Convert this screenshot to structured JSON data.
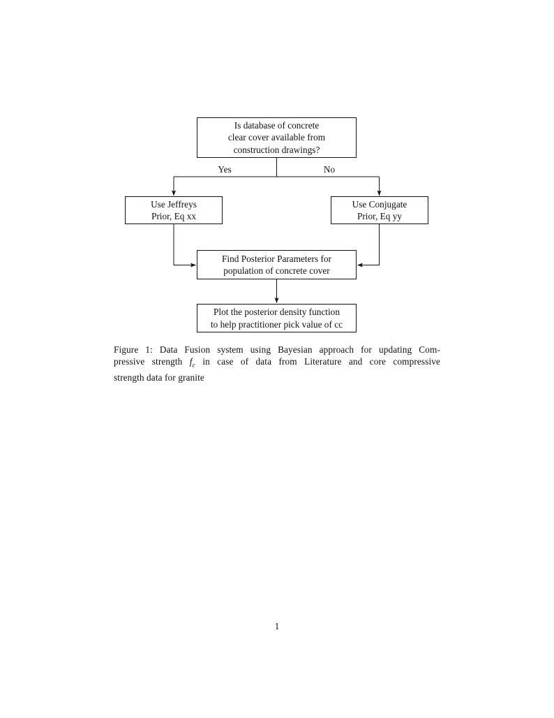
{
  "flowchart": {
    "top_box": {
      "lines": [
        "Is database of concrete",
        "clear cover available from",
        "construction drawings?"
      ]
    },
    "yes_label": "Yes",
    "no_label": "No",
    "left_box": {
      "lines": [
        "Use Jeffreys",
        "Prior, Eq xx"
      ]
    },
    "right_box": {
      "lines": [
        "Use Conjugate",
        "Prior, Eq yy"
      ]
    },
    "middle_box": {
      "lines": [
        "Find Posterior Parameters for",
        "population of concrete cover"
      ]
    },
    "bottom_box": {
      "lines": [
        "Plot the posterior density function",
        "to help practitioner pick value of cc"
      ]
    }
  },
  "caption": {
    "line1": "Figure 1: Data Fusion system using Bayesian approach for updating Com-",
    "line2_pre": "pressive strength",
    "math_f": "f",
    "math_sub": "c",
    "line2_post": "in case of data from Literature and core compressive",
    "line3": "strength data for granite"
  },
  "page": {
    "number": "1"
  },
  "colors": {
    "text": "#111111",
    "line": "#111111",
    "background": "#ffffff"
  }
}
